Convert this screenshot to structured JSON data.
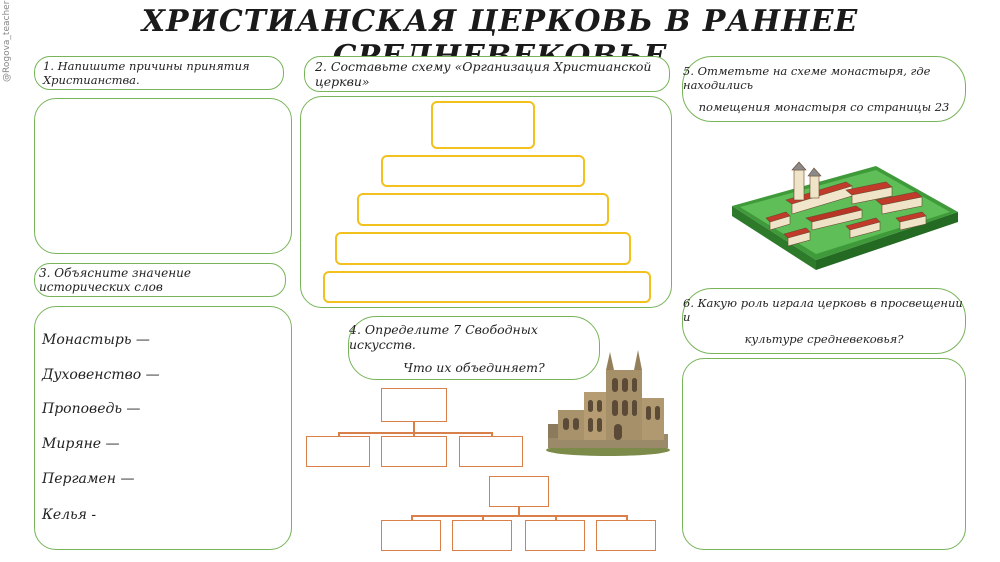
{
  "watermark": "@Rogova_teacher",
  "title": "ХРИСТИАНСКАЯ ЦЕРКОВЬ В РАННЕЕ СРЕДНЕВЕКОВЬЕ",
  "task1": {
    "label": "1. Напишите причины принятия Христианства."
  },
  "task2": {
    "label": "2. Составьте схему «Организация Христианской церкви»"
  },
  "task3": {
    "label": "3. Объясните значение исторических слов"
  },
  "task4": {
    "line1": "4. Определите 7 Свободных искусств.",
    "line2": "Что их объединяет?"
  },
  "task5": {
    "line1": "5. Отметьте на схеме монастыря, где находились",
    "line2": "помещения монастыря со страницы 23"
  },
  "task6": {
    "line1": "6. Какую роль играла церковь в просвещении и",
    "line2": "культуре средневековья?"
  },
  "terms": [
    "Монастырь —",
    "Духовенство —",
    "Проповедь —",
    "Миряне —",
    "Пергамен —",
    "Келья -"
  ],
  "colors": {
    "green": "#78b45a",
    "yellow": "#f2c11e",
    "orange": "#d9804a"
  }
}
